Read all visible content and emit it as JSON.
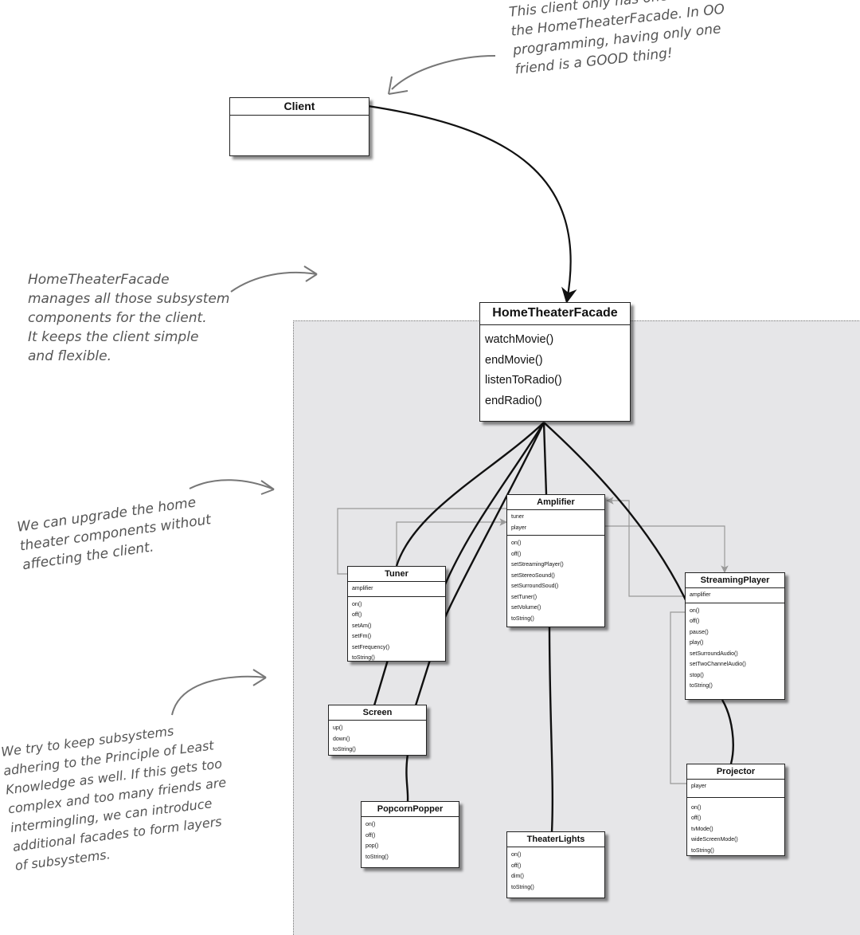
{
  "notes": {
    "client_note": [
      "This client only has one friend:",
      "the HomeTheaterFacade. In OO",
      "programming, having only one",
      "friend is a GOOD thing!"
    ],
    "facade_note": [
      "HomeTheaterFacade",
      "manages all those subsystem",
      "components for the client.",
      "It keeps the client simple",
      "and flexible."
    ],
    "upgrade_note": [
      "We can upgrade the home",
      "theater components without",
      "affecting the client."
    ],
    "subsystem_note": [
      "We try to keep subsystems",
      "adhering to the Principle of Least",
      "Knowledge as well. If this gets too",
      "complex and too many friends are",
      "intermingling, we can introduce",
      "additional facades to form layers",
      "of subsystems."
    ]
  },
  "classes": {
    "client": {
      "name": "Client"
    },
    "facade": {
      "name": "HomeTheaterFacade",
      "methods": [
        "watchMovie()",
        "endMovie()",
        "listenToRadio()",
        "endRadio()"
      ]
    },
    "amplifier": {
      "name": "Amplifier",
      "attributes": [
        "tuner",
        "player"
      ],
      "methods": [
        "on()",
        "off()",
        "setStreamingPlayer()",
        "setStereoSound()",
        "setSurroundSoud()",
        "setTuner()",
        "setVolume()",
        "toString()"
      ]
    },
    "tuner": {
      "name": "Tuner",
      "attributes": [
        "amplifier"
      ],
      "methods": [
        "on()",
        "off()",
        "setAm()",
        "setFm()",
        "setFrequency()",
        "toString()"
      ]
    },
    "streaming": {
      "name": "StreamingPlayer",
      "attributes": [
        "amplifier"
      ],
      "methods": [
        "on()",
        "off()",
        "pause()",
        "play()",
        "setSurroundAudio()",
        "setTwoChannelAudio()",
        "stop()",
        "toString()"
      ]
    },
    "screen": {
      "name": "Screen",
      "methods": [
        "up()",
        "down()",
        "toString()"
      ]
    },
    "popcorn": {
      "name": "PopcornPopper",
      "methods": [
        "on()",
        "off()",
        "pop()",
        "toString()"
      ]
    },
    "lights": {
      "name": "TheaterLights",
      "methods": [
        "on()",
        "off()",
        "dim()",
        "toString()"
      ]
    },
    "projector": {
      "name": "Projector",
      "attributes": [
        "player"
      ],
      "methods": [
        "on()",
        "off()",
        "tvMode()",
        "wideScreenMode()",
        "toString()"
      ]
    }
  }
}
